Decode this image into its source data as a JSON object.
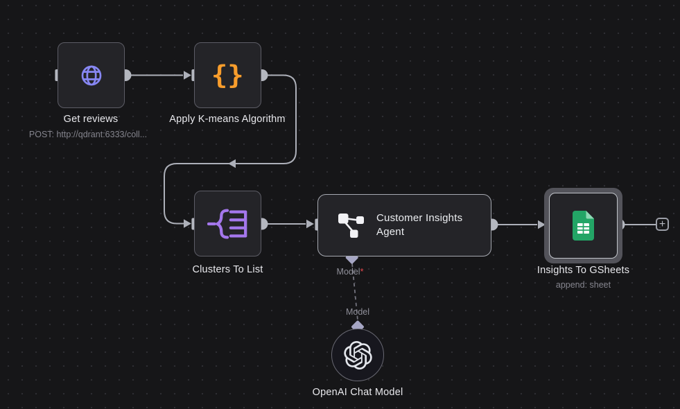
{
  "workflow": {
    "nodes": [
      {
        "id": "get-reviews",
        "label": "Get reviews",
        "subtitle": "POST: http://qdrant:6333/coll...",
        "type": "http-request"
      },
      {
        "id": "apply-kmeans",
        "label": "Apply K-means Algorithm",
        "type": "code"
      },
      {
        "id": "clusters-to-list",
        "label": "Clusters To List",
        "type": "split-out"
      },
      {
        "id": "customer-insights-agent",
        "label": "Customer Insights Agent",
        "type": "ai-agent"
      },
      {
        "id": "insights-to-gsheets",
        "label": "Insights To GSheets",
        "subtitle": "append: sheet",
        "type": "google-sheets",
        "selected": true
      },
      {
        "id": "openai-chat-model",
        "label": "OpenAI Chat Model",
        "type": "openai-chat-model"
      }
    ],
    "ai_connection": {
      "input_label": "Model",
      "required_marker": "*",
      "endpoint_label": "Model"
    },
    "controls": {
      "add_node_label": "+"
    },
    "icons": {
      "code_glyph": "{}"
    },
    "colors": {
      "canvas_bg": "#161618",
      "dot": "#2e2e33",
      "node_bg": "#242428",
      "node_border": "#5d5d66",
      "selected_border": "#c2c5cb",
      "selection_halo": "#53535a",
      "connector": "#adb0b9",
      "diamond": "#a6a6c4",
      "label": "#e9e9ed",
      "subtitle": "#85858e",
      "required": "#e5484d",
      "http_icon": "#8787f3",
      "code_icon": "#f89d2c",
      "splitout_icon": "#a477ec",
      "gsheets_green": "#23a566",
      "openai_logo": "#e3e6ec"
    }
  }
}
